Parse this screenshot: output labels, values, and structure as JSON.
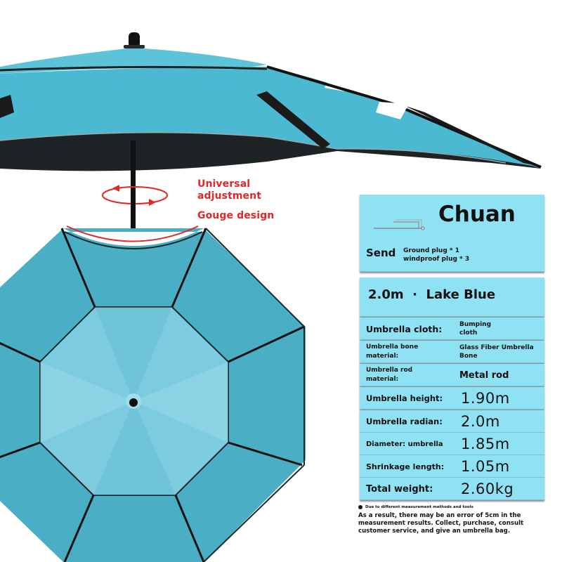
{
  "annotations": {
    "universal_adjustment": "Universal\nadjustment",
    "universal_line1": "Universal",
    "universal_line2": "adjustment",
    "gouge_design": "Gouge design",
    "accent_color": "#e0282a"
  },
  "header_panel": {
    "brand": "Chuan",
    "send_label": "Send",
    "accessories": [
      "Ground plug * 1",
      "windproof plug * 3"
    ],
    "icon": "ground-plug-icon",
    "background": "#8fe2f4"
  },
  "color_spec": {
    "size": "2.0m",
    "separator": "·",
    "color_name": "Lake Blue",
    "text": "2.0m  ·  Lake Blue"
  },
  "specs": [
    {
      "label": "Umbrella cloth:",
      "value": "Bumping\ncloth",
      "value_lines": [
        "Bumping",
        "cloth"
      ]
    },
    {
      "label": "Umbrella bone material:",
      "label_lines": [
        "Umbrella bone",
        "material:"
      ],
      "value_lines": [
        "Glass Fiber Umbrella",
        "Bone"
      ]
    },
    {
      "label": "Umbrella rod material:",
      "label_lines": [
        "Umbrella rod",
        "material:"
      ],
      "value": "Metal rod"
    },
    {
      "label": "Umbrella height:",
      "value": "1.90m"
    },
    {
      "label": "Umbrella radian:",
      "value": "2.0m"
    },
    {
      "label": "Diameter: umbrella",
      "value": "1.85m"
    },
    {
      "label": "Shrinkage length:",
      "value": "1.05m"
    },
    {
      "label": "Total weight:",
      "value": "2.60kg"
    }
  ],
  "footnote": {
    "bullet": "Due to different measurement methods and tools",
    "body": "As a result, there may be an error of 5cm in the measurement results. Collect, purchase, consult customer service, and give an umbrella bag."
  },
  "product_colors": {
    "canopy": "#4fb8cf",
    "canopy_light": "#8fd4e4",
    "underside": "#1e2426"
  }
}
